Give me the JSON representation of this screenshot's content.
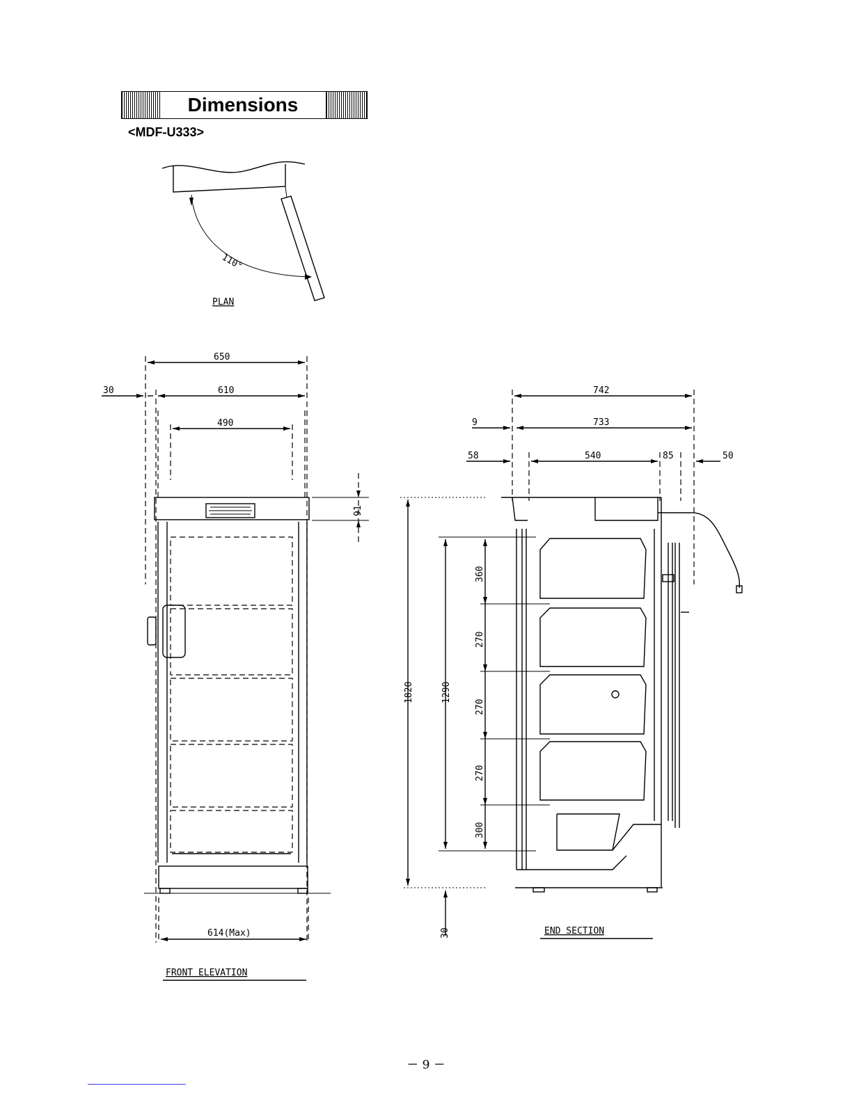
{
  "header": {
    "title": "Dimensions",
    "model": "<MDF-U333>"
  },
  "plan": {
    "angle": "110°",
    "label": "PLAN"
  },
  "front_elevation": {
    "label": "FRONT ELEVATION",
    "dims": {
      "overall_width": "650",
      "inner_width": "610",
      "window_width": "490",
      "side_offset": "30",
      "panel_height": "91",
      "base_width": "614(Max)"
    }
  },
  "end_section": {
    "label": "END SECTION",
    "dims": {
      "overall_depth": "742",
      "body_depth": "733",
      "front_offset": "9",
      "front_gap": "58",
      "interior_depth": "540",
      "rear_gap": "85",
      "rear_offset": "50",
      "overall_height": "1820",
      "interior_height": "1290",
      "shelf_1": "360",
      "shelf_2": "270",
      "shelf_3": "270",
      "shelf_4": "270",
      "bottom_compartment": "300",
      "foot_height": "30"
    }
  },
  "page": {
    "number": "－ 9 －"
  }
}
